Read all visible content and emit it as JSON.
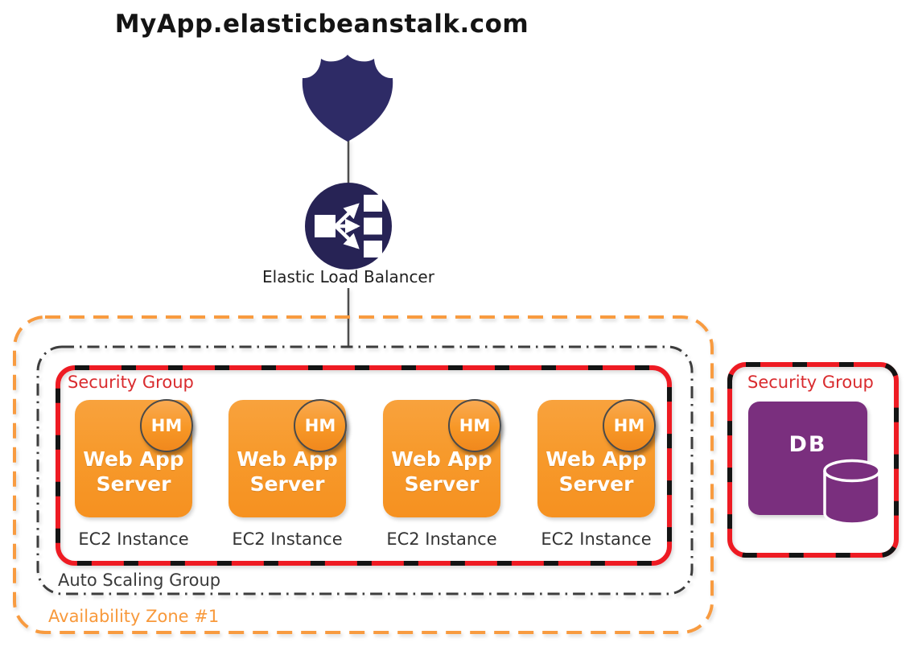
{
  "title": "MyApp.elasticbeanstalk.com",
  "dns_shield": {
    "icon": "shield-badge",
    "color": "#2e2b66"
  },
  "load_balancer": {
    "label": "Elastic Load Balancer",
    "icon": "circle-with-fanout-arrows",
    "color": "#272355"
  },
  "availability_zone": {
    "label": "Availability Zone #1",
    "border_color": "#f89b40",
    "border_style": "dashed"
  },
  "auto_scaling_group": {
    "label": "Auto Scaling Group",
    "border_color": "#3d3d3d",
    "border_style": "dash-dot"
  },
  "web_security_group": {
    "label": "Security Group",
    "border_color": "#ee1b23",
    "dash_color": "#141414",
    "label_color": "#d92b2e"
  },
  "db_security_group": {
    "label": "Security Group",
    "border_color": "#ee1b23",
    "dash_color": "#141414",
    "label_color": "#d92b2e"
  },
  "servers": [
    {
      "name": "Web App Server",
      "badge": "HM",
      "instance_label": "EC2 Instance"
    },
    {
      "name": "Web App Server",
      "badge": "HM",
      "instance_label": "EC2 Instance"
    },
    {
      "name": "Web App Server",
      "badge": "HM",
      "instance_label": "EC2 Instance"
    },
    {
      "name": "Web App Server",
      "badge": "HM",
      "instance_label": "EC2 Instance"
    }
  ],
  "database": {
    "label": "DB",
    "icon": "db-cylinder",
    "color": "#7a2f7e"
  },
  "colors": {
    "server_orange": "#f79a2c",
    "badge_orange": "#f79726",
    "navy": "#272355",
    "red_border": "#ee1b23",
    "orange_border": "#f89b40",
    "gray_border": "#3d3d3d",
    "purple": "#7a2f7e"
  }
}
